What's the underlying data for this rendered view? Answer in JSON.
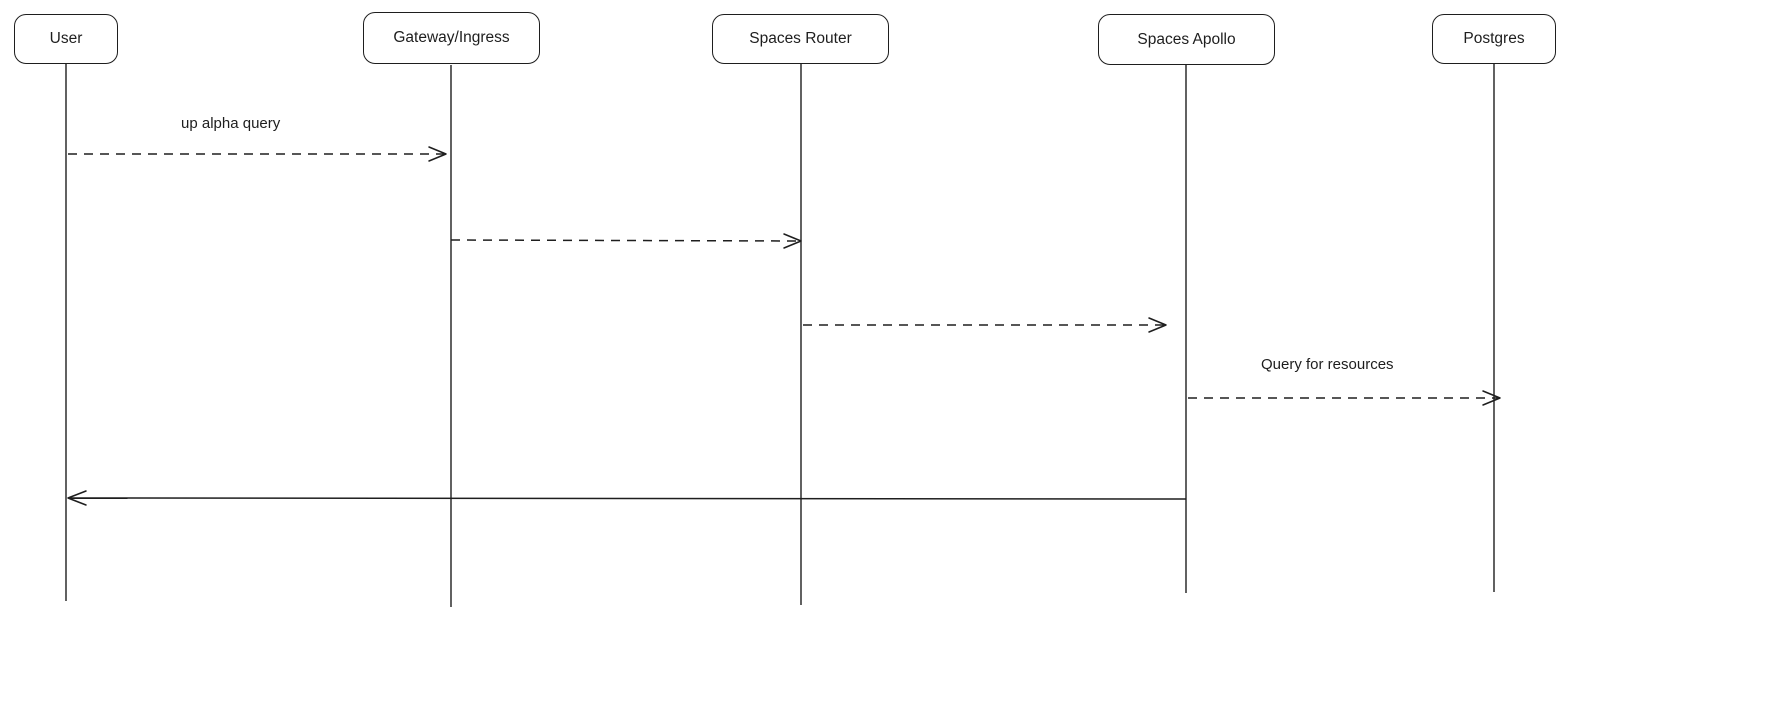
{
  "diagram": {
    "kind": "sequence-diagram",
    "background_color": "#ffffff",
    "stroke_color": "#1e1e1e"
  },
  "actors": [
    {
      "label": "User"
    },
    {
      "label": "Gateway/Ingress"
    },
    {
      "label": "Spaces Router"
    },
    {
      "label": "Spaces Apollo"
    },
    {
      "label": "Postgres"
    }
  ],
  "messages": [
    {
      "label": "up alpha query",
      "from": "User",
      "to": "Gateway/Ingress",
      "style": "dashed"
    },
    {
      "label": "",
      "from": "Gateway/Ingress",
      "to": "Spaces Router",
      "style": "dashed"
    },
    {
      "label": "",
      "from": "Spaces Router",
      "to": "Spaces Apollo",
      "style": "dashed"
    },
    {
      "label": "Query for resources",
      "from": "Spaces Apollo",
      "to": "Postgres",
      "style": "dashed"
    },
    {
      "label": "",
      "from": "Spaces Apollo",
      "to": "User",
      "style": "solid"
    }
  ]
}
